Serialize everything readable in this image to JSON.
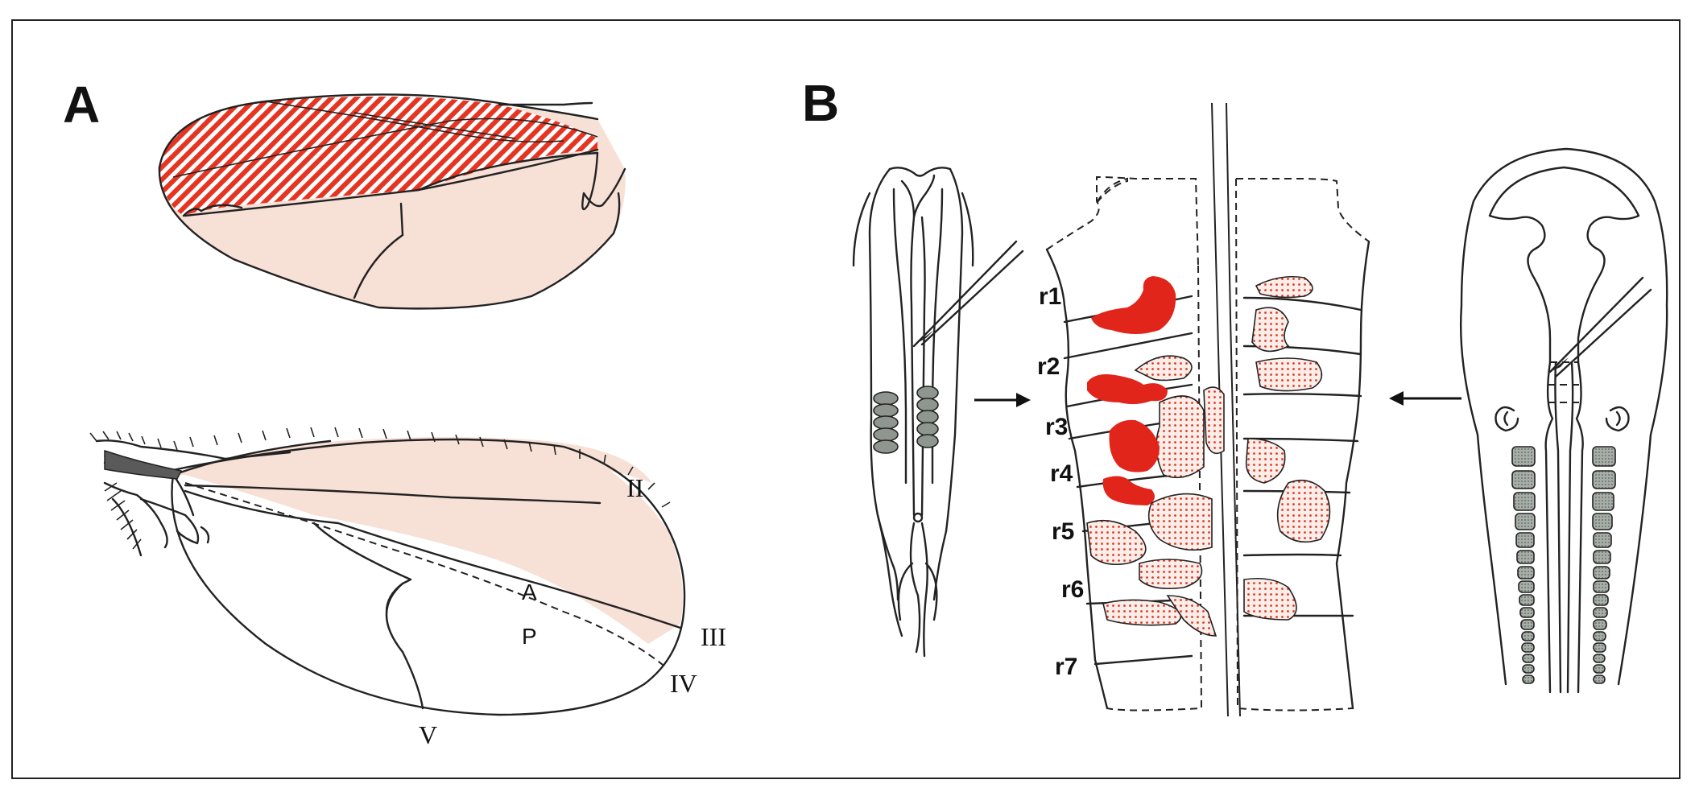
{
  "panels": {
    "a": {
      "letter": "A"
    },
    "b": {
      "letter": "B"
    }
  },
  "wing_labels": {
    "vein_ii": "II",
    "vein_iii": "III",
    "vein_iv": "IV",
    "vein_v": "V",
    "compartment_anterior": "A",
    "compartment_posterior": "P"
  },
  "rhombomere_labels": [
    "r1",
    "r2",
    "r3",
    "r4",
    "r5",
    "r6",
    "r7"
  ],
  "colors": {
    "clone_red": "#e1251b",
    "hatch_red": "#e53522",
    "wing_tint": "#f7e0d6",
    "somite_gray": "#8f958f",
    "line": "#222222"
  }
}
